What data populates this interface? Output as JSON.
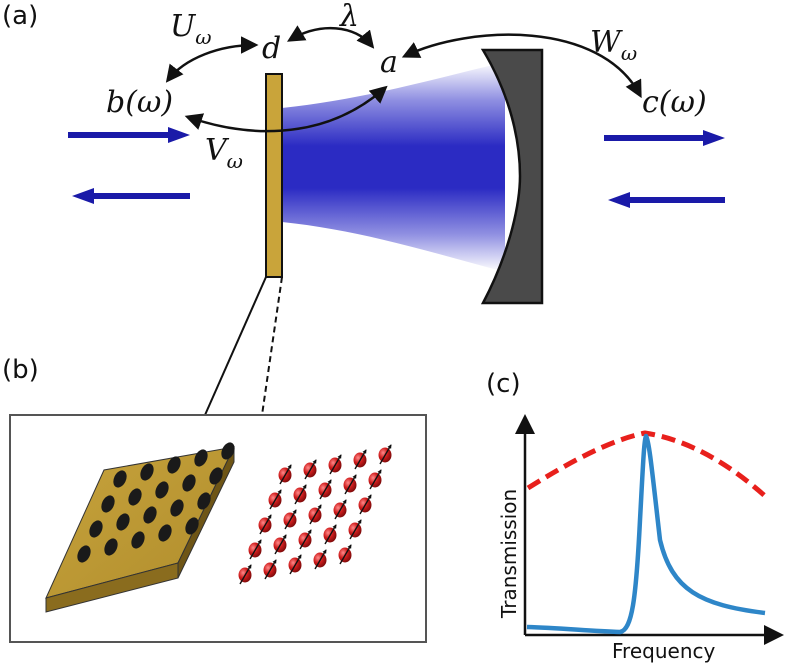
{
  "panels": {
    "a": "(a)",
    "b": "(b)",
    "c": "(c)"
  },
  "symbols": {
    "U": "U",
    "U_sub": "ω",
    "d": "d",
    "lambda": "λ",
    "a": "a",
    "W": "W",
    "W_sub": "ω",
    "b": "b(ω)",
    "c": "c(ω)",
    "V": "V",
    "V_sub": "ω"
  },
  "plot_c": {
    "xlabel": "Frequency",
    "ylabel": "Transmission"
  },
  "colors": {
    "arrow_blue": "#1a1aa8",
    "beam_blue": "#1f1fb8",
    "membrane_gold": "#c9a43a",
    "mirror_gray": "#4a4a4a",
    "dash_red": "#e8201c",
    "peak_blue": "#2e86c8",
    "atom_red": "#c81a1a"
  }
}
